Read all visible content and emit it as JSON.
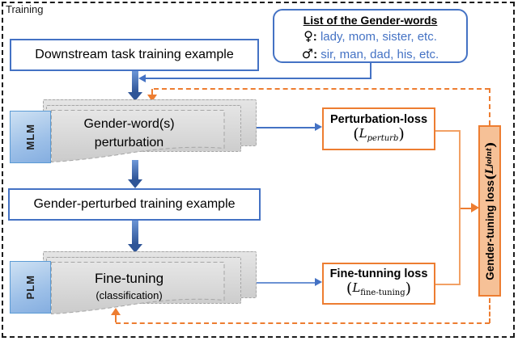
{
  "frame": {
    "label": "Training"
  },
  "colors": {
    "blue": "#4472C4",
    "arrow_blue_dark": "#2F5597",
    "orange": "#ED7D31",
    "joint_fill": "#F6C197",
    "block_blue": "#9DC0E8",
    "stack_gray": "#D9D9D9"
  },
  "boxes": {
    "downstream": {
      "label": "Downstream task training example"
    },
    "gender_perturbed": {
      "label": "Gender-perturbed training example"
    }
  },
  "gender_words": {
    "title": "List of the Gender-words",
    "rows": [
      {
        "symbol": "♀",
        "sep": ":",
        "words": "lady, mom, sister, etc."
      },
      {
        "symbol": "♂",
        "sep": ":",
        "words": "sir, man, dad, his, etc."
      }
    ]
  },
  "mlm": {
    "tag": "MLM",
    "line1": "Gender-word(s)",
    "line2": "perturbation"
  },
  "plm": {
    "tag": "PLM",
    "line1": "Fine-tuning",
    "line2": "(classification)"
  },
  "losses": {
    "perturbation": {
      "title": "Perturbation-loss",
      "open": "(",
      "var": "L",
      "sub": "perturb",
      "close": ")"
    },
    "fine_tuning": {
      "title": "Fine-tunning loss",
      "open": "(",
      "var": "L",
      "sub": "fine-tuning",
      "close": ")"
    },
    "joint": {
      "title": "Gender-tuning loss ",
      "open": "(",
      "var": "L",
      "sub": "joint",
      "close": ")"
    }
  }
}
